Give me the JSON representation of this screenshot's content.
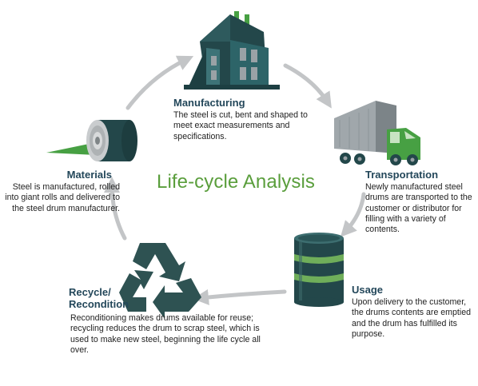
{
  "title": "Life-cycle Analysis",
  "colors": {
    "title_green": "#5a9e3c",
    "stage_title": "#23475a",
    "arrow_gray": "#c3c5c7",
    "dark_teal": "#1f4f4f",
    "accent_green": "#47a043",
    "steel_gray": "#8c9193"
  },
  "stages": {
    "manufacturing": {
      "title": "Manufacturing",
      "description": "The steel is cut, bent and shaped to meet exact measurements and specifications.",
      "icon": "factory-icon"
    },
    "transportation": {
      "title": "Transportation",
      "description": "Newly manufactured steel drums are transported to the customer or distributor for filling with a variety of contents.",
      "icon": "truck-icon"
    },
    "usage": {
      "title": "Usage",
      "description": "Upon delivery to the customer, the drums contents are emptied and the drum has fulfilled its purpose.",
      "icon": "steel-drum-icon"
    },
    "recycle": {
      "title": "Recycle/\nRecondition",
      "description": "Reconditioning makes drums available for reuse; recycling reduces the drum to scrap steel, which is used to make new steel, beginning the life cycle all over.",
      "icon": "recycle-icon"
    },
    "materials": {
      "title": "Materials",
      "description": "Steel is manufactured, rolled into giant rolls and delivered to the steel drum manufacturer.",
      "icon": "steel-roll-icon"
    }
  }
}
